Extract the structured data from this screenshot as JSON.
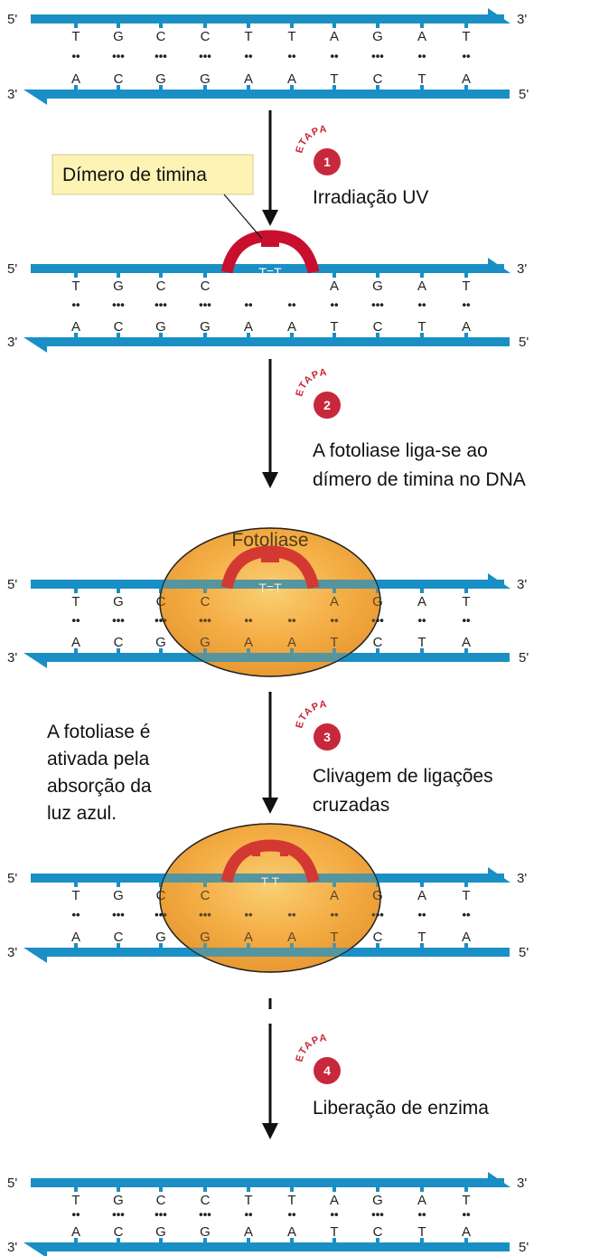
{
  "colors": {
    "backbone": "#1a8fc5",
    "dimer": "#c8102e",
    "enzyme": "#f2a63e",
    "step_circle": "#c8283c",
    "callout": "#fdf3b4"
  },
  "labels": {
    "five_prime": "5'",
    "three_prime": "3'",
    "thymine_dimer_callout": "Dímero de timina",
    "dimer_text": "T=T",
    "cleaved_text": "T T",
    "enzyme_name": "Fotoliase",
    "etapa": "ETAPA",
    "side_note": [
      "A fotoliase é",
      "ativada pela",
      "absorção da",
      "luz azul."
    ]
  },
  "strands": {
    "top": [
      "T",
      "G",
      "C",
      "C",
      "T",
      "T",
      "A",
      "G",
      "A",
      "T"
    ],
    "bottom": [
      "A",
      "C",
      "G",
      "G",
      "A",
      "A",
      "T",
      "C",
      "T",
      "A"
    ]
  },
  "steps": [
    {
      "number": "1",
      "caption": [
        "Irradiação UV"
      ]
    },
    {
      "number": "2",
      "caption": [
        "A fotoliase liga-se ao",
        "dímero de timina no DNA"
      ]
    },
    {
      "number": "3",
      "caption": [
        "Clivagem de ligações",
        "cruzadas"
      ]
    },
    {
      "number": "4",
      "caption": [
        "Liberação de enzima"
      ]
    }
  ]
}
